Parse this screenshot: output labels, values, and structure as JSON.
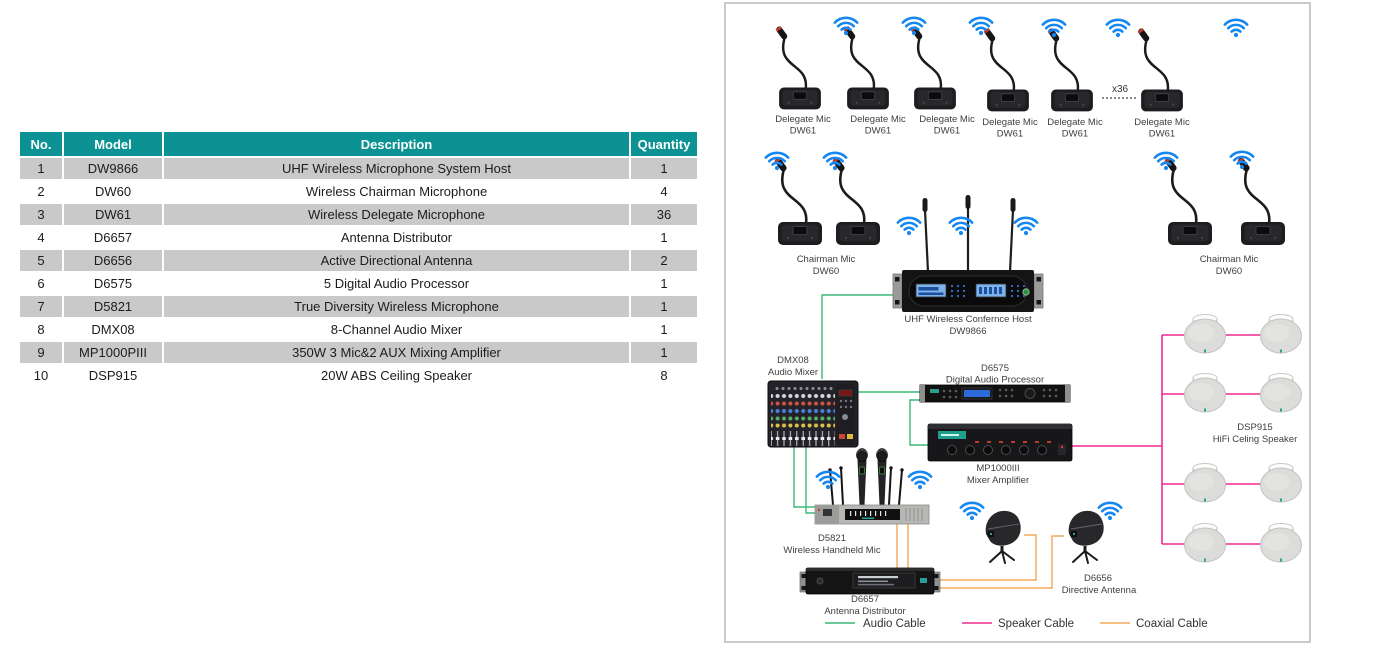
{
  "colors": {
    "audio": "#3cb878",
    "speaker": "#ee2a90",
    "coax": "#f2a85a",
    "wifi": "#1587f0",
    "table_header": "#0d9293",
    "row_alt": "#c9c9c9"
  },
  "table": {
    "headers": [
      "No.",
      "Model",
      "Description",
      "Quantity"
    ],
    "rows": [
      {
        "no": "1",
        "model": "DW9866",
        "description": "UHF Wireless Microphone System Host",
        "quantity": "1"
      },
      {
        "no": "2",
        "model": "DW60",
        "description": "Wireless Chairman Microphone",
        "quantity": "4"
      },
      {
        "no": "3",
        "model": "DW61",
        "description": "Wireless Delegate Microphone",
        "quantity": "36"
      },
      {
        "no": "4",
        "model": "D6657",
        "description": "Antenna Distributor",
        "quantity": "1"
      },
      {
        "no": "5",
        "model": "D6656",
        "description": "Active Directional Antenna",
        "quantity": "2"
      },
      {
        "no": "6",
        "model": "D6575",
        "description": "5 Digital Audio Processor",
        "quantity": "1"
      },
      {
        "no": "7",
        "model": "D5821",
        "description": "True Diversity Wireless Microphone",
        "quantity": "1"
      },
      {
        "no": "8",
        "model": "DMX08",
        "description": "8-Channel Audio Mixer",
        "quantity": "1"
      },
      {
        "no": "9",
        "model": "MP1000PIII",
        "description": "350W 3 Mic&2 AUX Mixing Amplifier",
        "quantity": "1"
      },
      {
        "no": "10",
        "model": "DSP915",
        "description": "20W ABS Ceiling Speaker",
        "quantity": "8"
      }
    ]
  },
  "diagram": {
    "delegate": {
      "line1": "Delegate Mic",
      "line2": "DW61",
      "count_label": "x36"
    },
    "chairman": {
      "line1": "Chairman Mic",
      "line2": "DW60"
    },
    "host": {
      "line1": "UHF Wireless Confernce Host",
      "line2": "DW9866"
    },
    "mixer": {
      "line1": "DMX08",
      "line2": "Audio Mixer"
    },
    "processor": {
      "line1": "D6575",
      "line2": "Digital Audio Processor"
    },
    "amplifier": {
      "line1": "MP1000III",
      "line2": "Mixer Amplifier"
    },
    "handheld": {
      "line1": "D5821",
      "line2": "Wireless Handheld Mic"
    },
    "distributor": {
      "line1": "D6657",
      "line2": "Antenna Distributor"
    },
    "directive": {
      "line1": "D6656",
      "line2": "Directive Antenna"
    },
    "speakers": {
      "line1": "DSP915",
      "line2": "HiFi Celing Speaker"
    },
    "legend": [
      {
        "label": "Audio Cable"
      },
      {
        "label": "Speaker Cable"
      },
      {
        "label": "Coaxial Cable"
      }
    ]
  }
}
